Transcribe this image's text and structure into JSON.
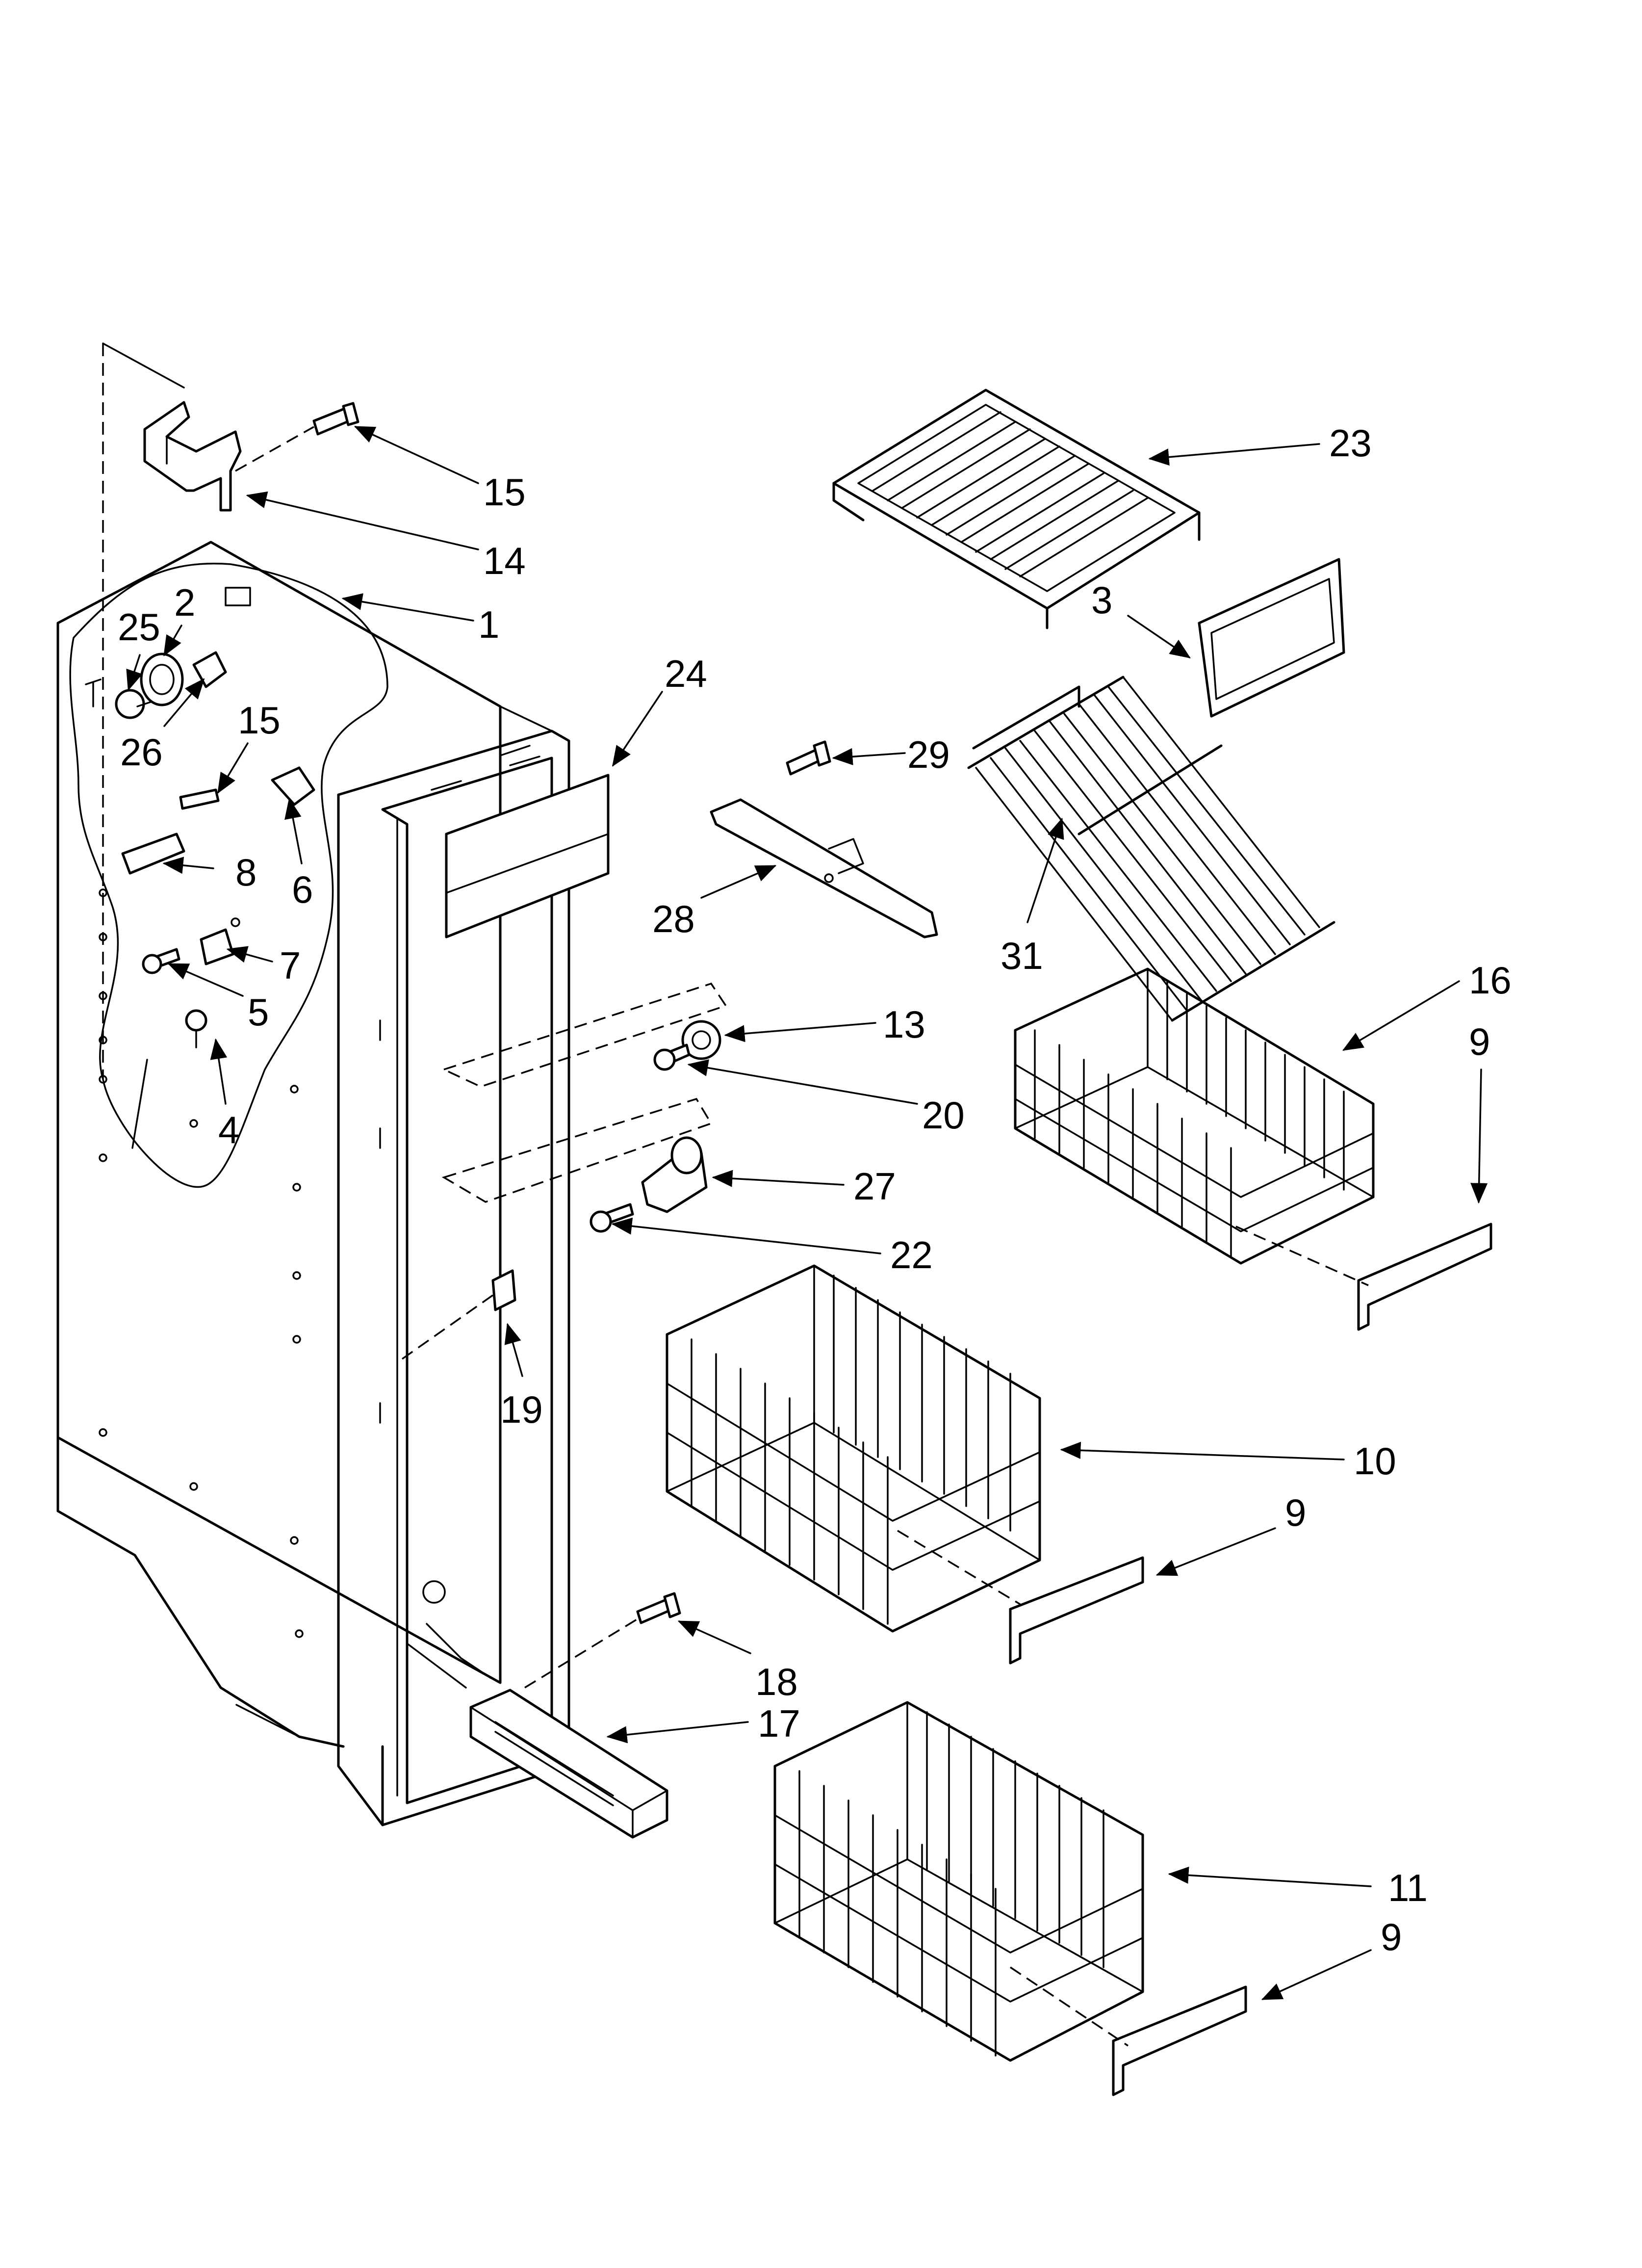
{
  "callouts": [
    {
      "id": "c1",
      "label": "1"
    },
    {
      "id": "c2",
      "label": "2"
    },
    {
      "id": "c3",
      "label": "3"
    },
    {
      "id": "c4",
      "label": "4"
    },
    {
      "id": "c5",
      "label": "5"
    },
    {
      "id": "c6",
      "label": "6"
    },
    {
      "id": "c7",
      "label": "7"
    },
    {
      "id": "c8",
      "label": "8"
    },
    {
      "id": "c9a",
      "label": "9"
    },
    {
      "id": "c9b",
      "label": "9"
    },
    {
      "id": "c9c",
      "label": "9"
    },
    {
      "id": "c10",
      "label": "10"
    },
    {
      "id": "c11",
      "label": "11"
    },
    {
      "id": "c13",
      "label": "13"
    },
    {
      "id": "c14",
      "label": "14"
    },
    {
      "id": "c15a",
      "label": "15"
    },
    {
      "id": "c15b",
      "label": "15"
    },
    {
      "id": "c16",
      "label": "16"
    },
    {
      "id": "c17",
      "label": "17"
    },
    {
      "id": "c18",
      "label": "18"
    },
    {
      "id": "c19",
      "label": "19"
    },
    {
      "id": "c20",
      "label": "20"
    },
    {
      "id": "c22",
      "label": "22"
    },
    {
      "id": "c23",
      "label": "23"
    },
    {
      "id": "c24",
      "label": "24"
    },
    {
      "id": "c25",
      "label": "25"
    },
    {
      "id": "c26",
      "label": "26"
    },
    {
      "id": "c27",
      "label": "27"
    },
    {
      "id": "c28",
      "label": "28"
    },
    {
      "id": "c29",
      "label": "29"
    },
    {
      "id": "c31",
      "label": "31"
    }
  ]
}
